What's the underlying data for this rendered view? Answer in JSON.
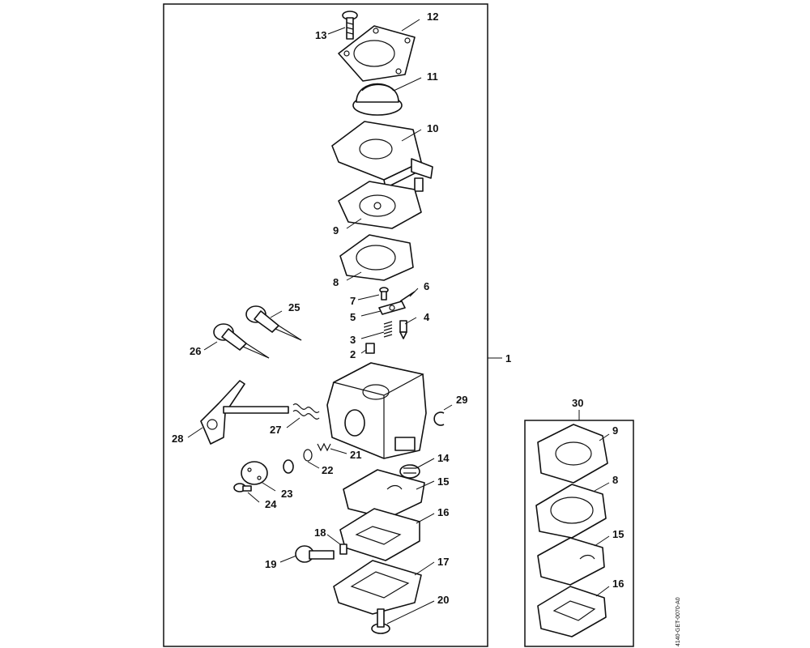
{
  "diagram": {
    "drawing_code": "4140-GET-0070-A0",
    "main_assembly_label": "1",
    "kit_label": "30",
    "part_labels": {
      "p2": "2",
      "p3": "3",
      "p4": "4",
      "p5": "5",
      "p6": "6",
      "p7": "7",
      "p8": "8",
      "p9": "9",
      "p10": "10",
      "p11": "11",
      "p12": "12",
      "p13": "13",
      "p14": "14",
      "p15": "15",
      "p16": "16",
      "p17": "17",
      "p18": "18",
      "p19": "19",
      "p20": "20",
      "p21": "21",
      "p22": "22",
      "p23": "23",
      "p24": "24",
      "p25": "25",
      "p26": "26",
      "p27": "27",
      "p28": "28",
      "p29": "29"
    },
    "kit_labels": {
      "k9": "9",
      "k8": "8",
      "k15": "15",
      "k16": "16"
    }
  }
}
